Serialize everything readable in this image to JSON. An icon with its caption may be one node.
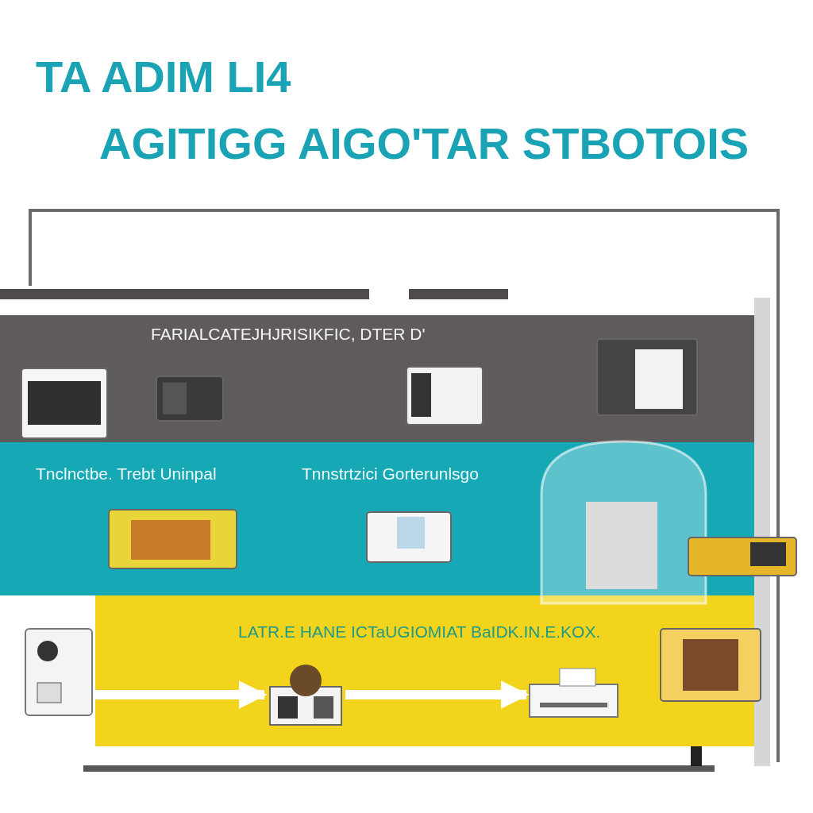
{
  "diagram": {
    "title": "TA ADIM LI4 AGITIGG AIGO'TAR STBOTOIS",
    "nodes": [
      {
        "text": [
          "FARIALCATEJHJRISIKFIC, DTER D'"
        ]
      },
      {
        "text": [
          "Tnclnctbe. Trebt Uninpal",
          "Tnnstrtzici Gorterunlsgo"
        ]
      },
      {
        "text": [
          "LATR.E HANE ICTaUGIOMIAT BaIDK.IN.E.KOX."
        ]
      },
      {
        "text": [],
        "shape": "picture"
      },
      {
        "text": [],
        "shape": "picture",
        "in": 2
      },
      {
        "text": [],
        "shape": "picture",
        "in": 2
      }
    ],
    "edges": [
      {
        "from": 3,
        "to": 4,
        "arrow": "to"
      },
      {
        "from": 4,
        "to": 5,
        "arrow": "to"
      }
    ]
  }
}
